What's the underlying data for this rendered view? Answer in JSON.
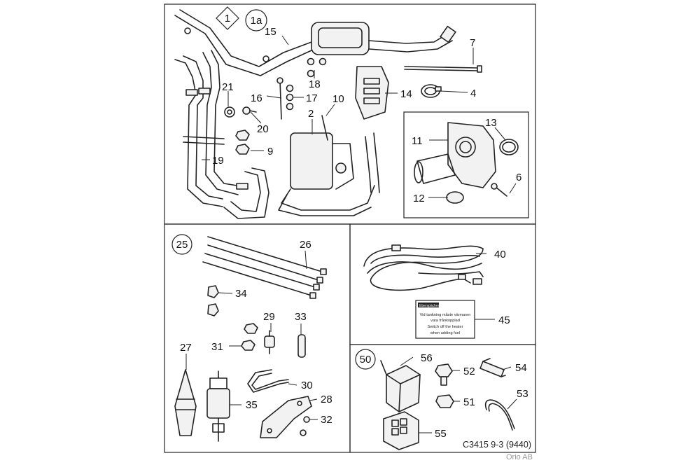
{
  "groups": {
    "g1": "1",
    "g1a": "1a",
    "g25": "25",
    "g50": "50"
  },
  "parts": {
    "p2": "2",
    "p4": "4",
    "p6": "6",
    "p7": "7",
    "p9": "9",
    "p10": "10",
    "p11": "11",
    "p12": "12",
    "p13": "13",
    "p14": "14",
    "p15": "15",
    "p16": "16",
    "p17": "17",
    "p18": "18",
    "p19": "19",
    "p20": "20",
    "p21": "21",
    "p26": "26",
    "p27": "27",
    "p28": "28",
    "p29": "29",
    "p30": "30",
    "p31": "31",
    "p32": "32",
    "p33": "33",
    "p34": "34",
    "p35": "35",
    "p40": "40",
    "p45": "45",
    "p51": "51",
    "p52": "52",
    "p53": "53",
    "p54": "54",
    "p55": "55",
    "p56": "56"
  },
  "warning_label": {
    "brand": "Eberspächer",
    "lines": [
      "Vid tankning måste värmaren",
      "vara frånkopplad",
      "Switch off the heater",
      "when adding fuel"
    ]
  },
  "footer": {
    "doc_ref": "C3415 9-3 (9440)",
    "company": "Orio AB"
  }
}
